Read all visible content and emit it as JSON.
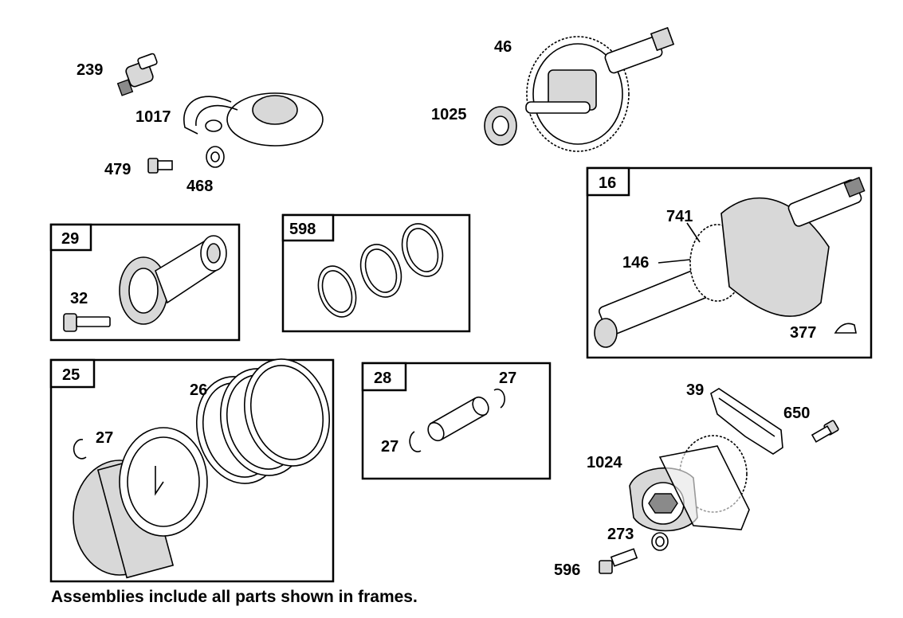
{
  "part_labels": {
    "p239": "239",
    "p1017": "1017",
    "p479": "479",
    "p468": "468",
    "p46": "46",
    "p1025": "1025",
    "p32": "32",
    "p741": "741",
    "p146": "146",
    "p377": "377",
    "p26": "26",
    "p27_piston": "27",
    "p27_pin_right": "27",
    "p27_pin_left": "27",
    "p39": "39",
    "p650": "650",
    "p1024": "1024",
    "p273": "273",
    "p596": "596"
  },
  "frames": {
    "f16": "16",
    "f29": "29",
    "f598": "598",
    "f25": "25",
    "f28": "28"
  },
  "footnote": "Assemblies include all parts shown in frames."
}
